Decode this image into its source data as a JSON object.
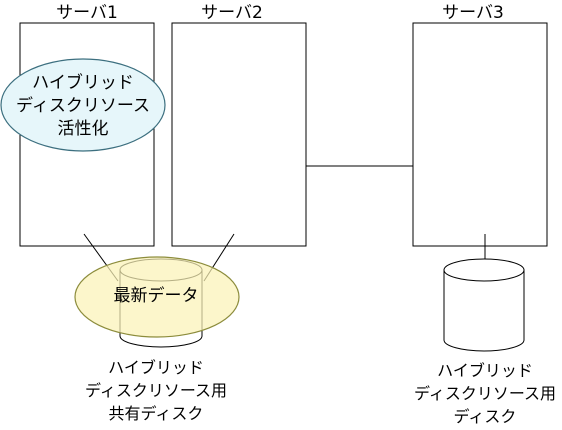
{
  "servers": [
    {
      "label": "サーバ1"
    },
    {
      "label": "サーバ2"
    },
    {
      "label": "サーバ3"
    }
  ],
  "activation": {
    "lines": [
      "ハイブリッド",
      "ディスクリソース",
      "活性化"
    ],
    "fill": "#e6f6fa",
    "stroke": "#3c6f7f"
  },
  "shared_disk": {
    "overlay_label": "最新データ",
    "overlay_fill": "#fbf3b7",
    "overlay_stroke": "#8c8c3c",
    "caption_lines": [
      "ハイブリッド",
      "ディスクリソース用",
      "共有ディスク"
    ]
  },
  "local_disk": {
    "caption_lines": [
      "ハイブリッド",
      "ディスクリソース用",
      "ディスク"
    ]
  },
  "colors": {
    "line": "#000000",
    "background": "#ffffff"
  }
}
